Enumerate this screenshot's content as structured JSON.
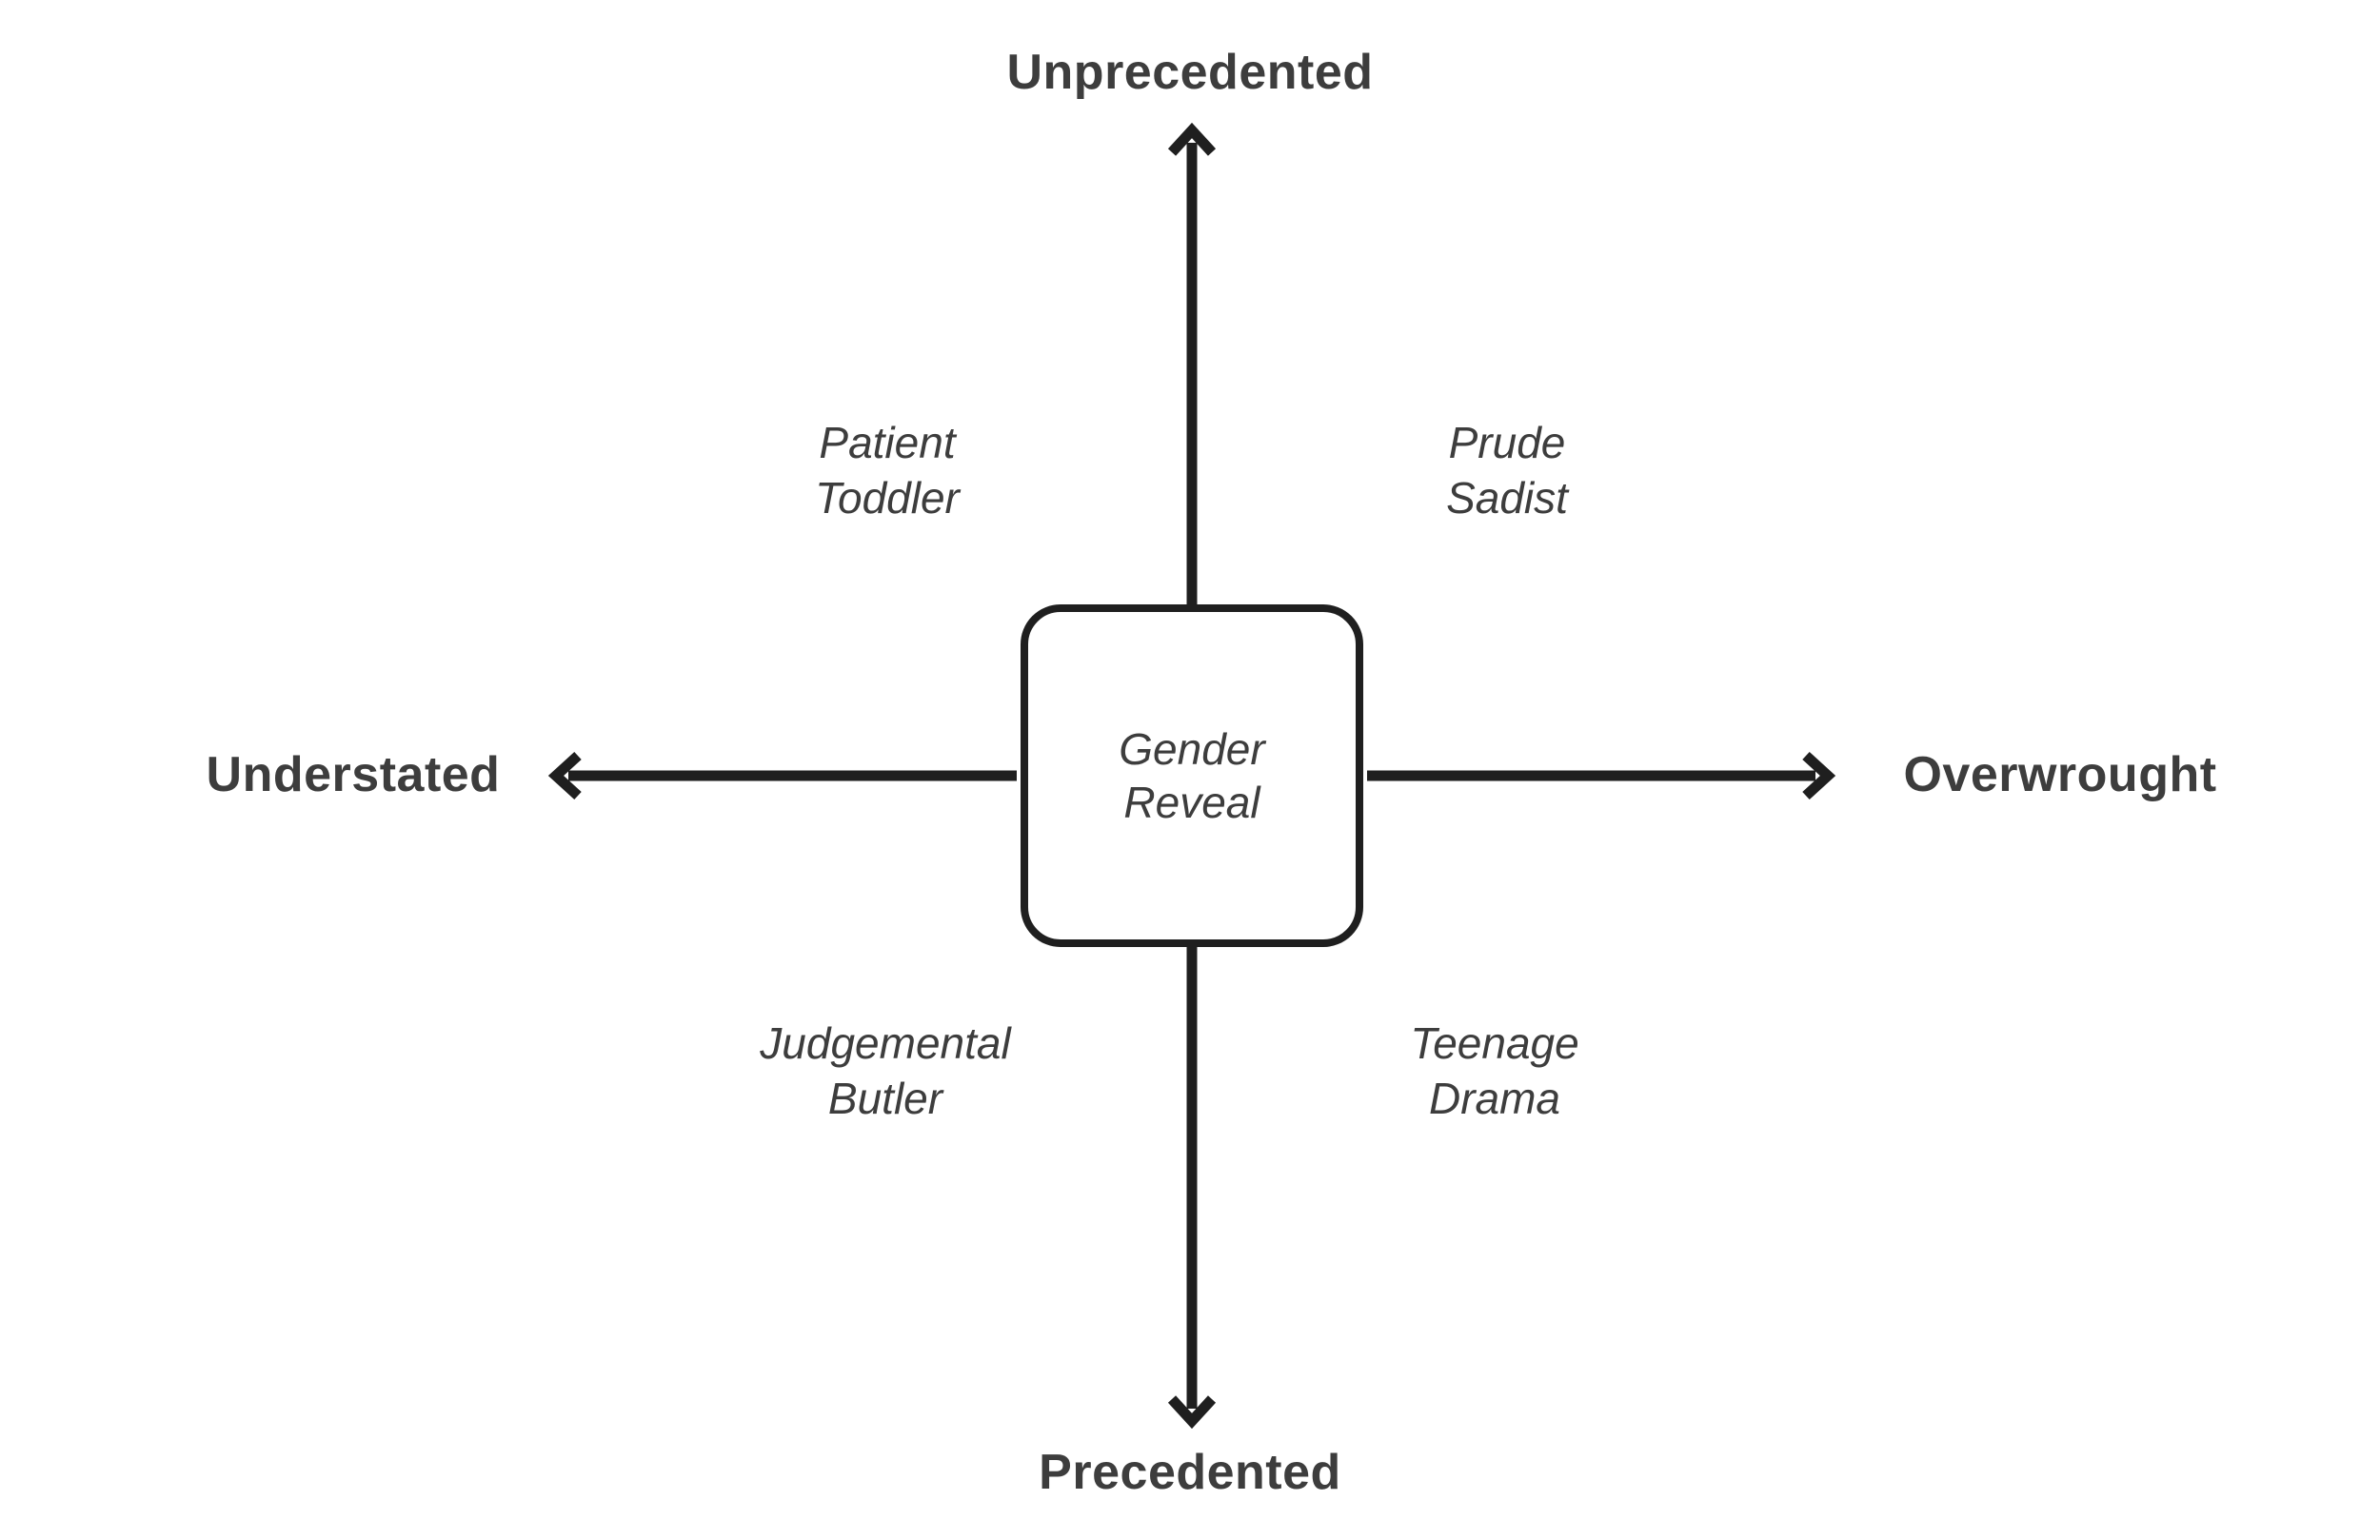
{
  "diagram": {
    "title_context": "quadrant-diagram",
    "center": {
      "lines": [
        "Gender",
        "Reveal"
      ]
    },
    "axes": {
      "top": "Unprecedented",
      "bottom": "Precedented",
      "left": "Understated",
      "right": "Overwrought"
    },
    "quadrants": {
      "top_left": {
        "lines": [
          "Patient",
          "Toddler"
        ]
      },
      "top_right": {
        "lines": [
          "Prude",
          "Sadist"
        ]
      },
      "bottom_left": {
        "lines": [
          "Judgemental",
          "Butler"
        ]
      },
      "bottom_right": {
        "lines": [
          "Teenage",
          "Drama"
        ]
      }
    },
    "colors": {
      "background": "#ffffff",
      "arrow": "#1f1f1f",
      "text": "#3d3d3d"
    }
  }
}
